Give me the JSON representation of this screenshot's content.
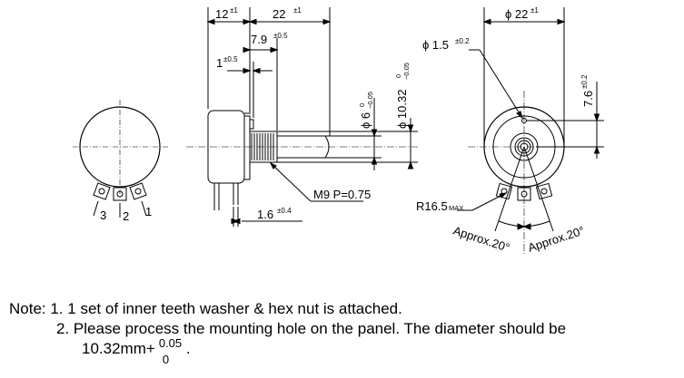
{
  "diagram": {
    "dims": {
      "shaft_len": "22",
      "shaft_len_tol": "±1",
      "body_len": "12",
      "body_len_tol": "±1",
      "thread_len": "7.9",
      "thread_len_tol": "±0.5",
      "flange": "1",
      "flange_tol": "±0.5",
      "shaft_dia": "ϕ 6",
      "shaft_dia_tol_top": "0",
      "shaft_dia_tol_bot": "−0.05",
      "bush_dia": "ϕ 10.32",
      "bush_dia_tol_top": "0",
      "bush_dia_tol_bot": "−0.05",
      "thread": "M9 P=0.75",
      "terminal": "1.6",
      "terminal_tol": "±0.4",
      "body_dia": "ϕ 22",
      "body_dia_tol": "±1",
      "hole_dia": "ϕ 1.5",
      "hole_dia_tol": "±0.2",
      "hole_offset": "7.6",
      "hole_offset_tol": "±0.2",
      "radius": "R16.5",
      "radius_sub": "MAX",
      "angle_left": "Approx.20°",
      "angle_right": "Approx.20°"
    },
    "pins": [
      "3",
      "2",
      "1"
    ]
  },
  "notes": {
    "prefix": "Note: 1.",
    "line1": "1 set of inner teeth washer & hex nut is attached.",
    "num2": "2.",
    "line2": "Please process the mounting hole on the panel. The diameter should be",
    "line3_value": "10.32mm",
    "line3_plus": "+",
    "line3_tol_top": "0.05",
    "line3_tol_bot": "0",
    "line3_end": "."
  }
}
